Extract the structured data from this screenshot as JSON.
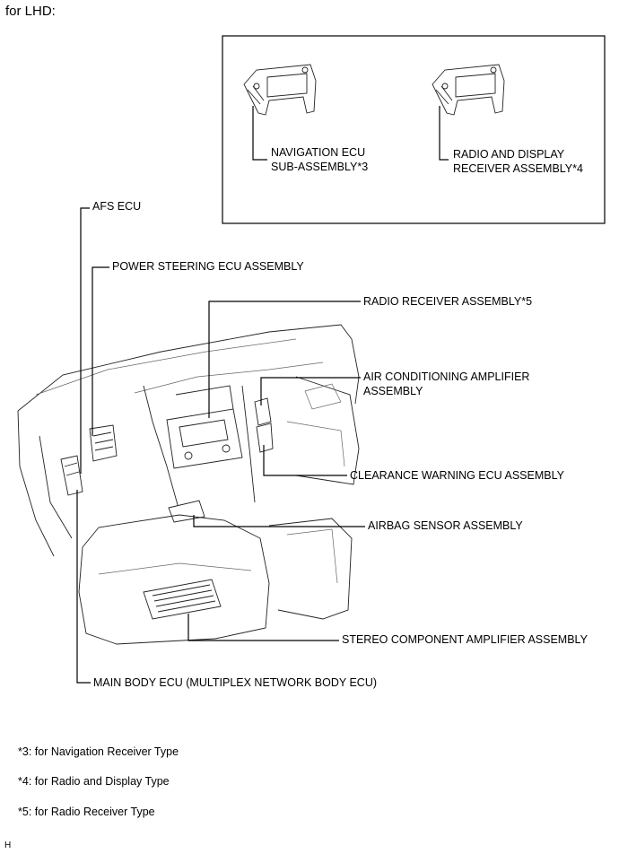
{
  "header": "for LHD:",
  "inset": {
    "nav_label": [
      "NAVIGATION ECU",
      "SUB-ASSEMBLY*3"
    ],
    "radio_display_label": [
      "RADIO AND DISPLAY",
      "RECEIVER ASSEMBLY*4"
    ]
  },
  "labels": {
    "afs": "AFS ECU",
    "power_steering": "POWER STEERING ECU ASSEMBLY",
    "radio_receiver": "RADIO RECEIVER ASSEMBLY*5",
    "air_conditioning": [
      "AIR CONDITIONING AMPLIFIER",
      "ASSEMBLY"
    ],
    "clearance_warning": "CLEARANCE WARNING ECU ASSEMBLY",
    "airbag_sensor": "AIRBAG SENSOR ASSEMBLY",
    "stereo_amplifier": "STEREO COMPONENT AMPLIFIER ASSEMBLY",
    "main_body": "MAIN BODY ECU (MULTIPLEX NETWORK BODY ECU)"
  },
  "notes": [
    "*3: for Navigation Receiver Type",
    "*4: for Radio and Display Type",
    "*5: for Radio Receiver Type"
  ],
  "footer_code": "H"
}
